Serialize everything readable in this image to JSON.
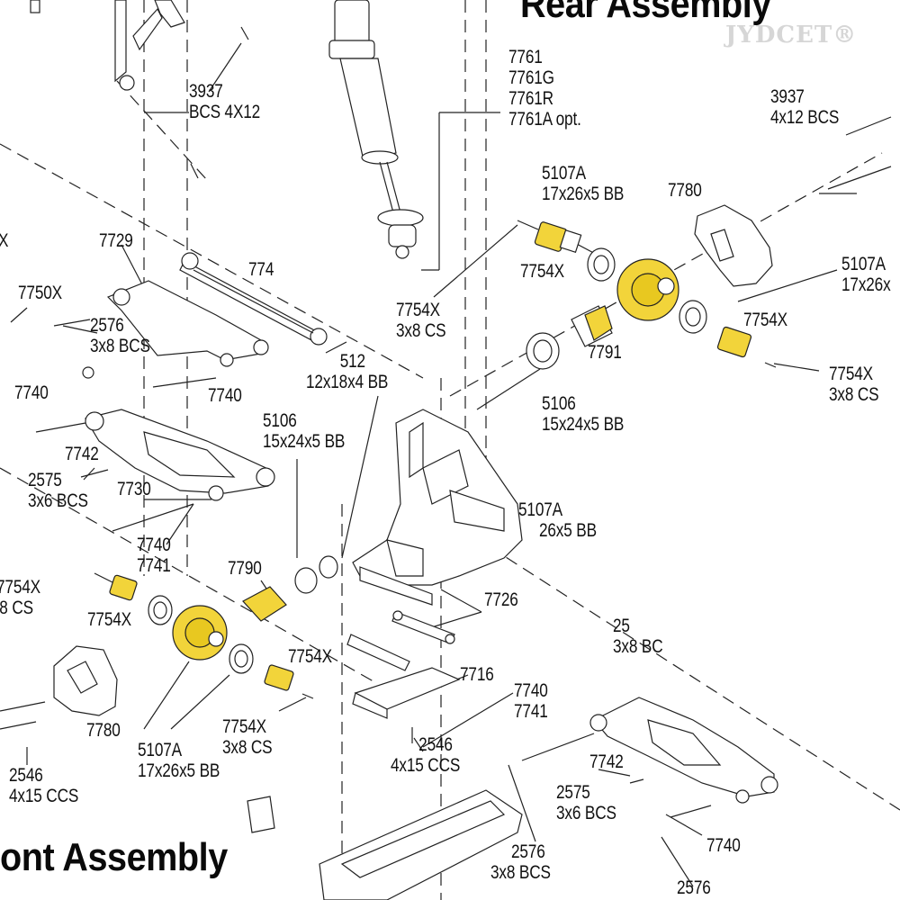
{
  "titles": {
    "rear": "Rear Assembly",
    "front": "ont Assembly"
  },
  "watermark": "JYDCET®",
  "labels": {
    "l3937a": [
      "3937",
      "BCS 4X12"
    ],
    "l7761": [
      "7761",
      "7761G",
      "7761R",
      "7761A opt."
    ],
    "l3937b": [
      "3937",
      "4x12 BCS"
    ],
    "l5107a_top": [
      "5107A",
      "17x26x5 BB"
    ],
    "l7780_top": [
      "7780"
    ],
    "l7729": [
      "7729"
    ],
    "l7750x": [
      "7750X"
    ],
    "lX_left": [
      "X"
    ],
    "l2576_left": [
      "2576",
      "3x8 BCS"
    ],
    "l774_partial": [
      "774"
    ],
    "l7754x_a": [
      "7754X"
    ],
    "l7754x_b": [
      "7754X",
      "3x8 CS"
    ],
    "l5107a_right": [
      "5107A",
      "17x26x"
    ],
    "l7754x_c": [
      "7754X"
    ],
    "l7791": [
      "7791"
    ],
    "l7754x_d": [
      "7754X",
      "3x8 CS"
    ],
    "l7740_a": [
      "7740"
    ],
    "l7740_b": [
      "7740"
    ],
    "l512": [
      "512",
      "12x18x4 BB"
    ],
    "l5106_top": [
      "5106",
      "15x24x5 BB"
    ],
    "l5106_mid": [
      "5106",
      "15x24x5 BB"
    ],
    "l7742_left": [
      "7742"
    ],
    "l2575_left": [
      "2575",
      "3x6 BCS"
    ],
    "l7730": [
      "7730"
    ],
    "l7740_7741": [
      "7740",
      "7741"
    ],
    "l5107a_mid": [
      "5107A",
      "26x5 BB"
    ],
    "l7790": [
      "7790"
    ],
    "l7754x_e": [
      "7754X",
      "8 CS"
    ],
    "l7754x_f": [
      "7754X"
    ],
    "l7726": [
      "7726"
    ],
    "l7754x_g": [
      "7754X"
    ],
    "l25_partial": [
      "25",
      "3x8 BC"
    ],
    "l7716": [
      "7716"
    ],
    "l7740_7741_right": [
      "7740",
      "7741"
    ],
    "l7754x_h": [
      "7754X",
      "3x8 CS"
    ],
    "l7780_bottom": [
      "7780"
    ],
    "l5107a_bottom": [
      "5107A",
      "17x26x5 BB"
    ],
    "l2546_center": [
      "2546",
      "4x15 CCS"
    ],
    "l2546_left": [
      "2546",
      "4x15 CCS"
    ],
    "l7742_right": [
      "7742"
    ],
    "l2575_right": [
      "2575",
      "3x6 BCS"
    ],
    "l7740_right": [
      "7740"
    ],
    "l2576_bottom": [
      "2576",
      "3x8 BCS"
    ],
    "l2576_corner": [
      "2576"
    ]
  },
  "colors": {
    "highlight": "#f2d43a",
    "line": "#111111",
    "paper": "#ffffff"
  }
}
